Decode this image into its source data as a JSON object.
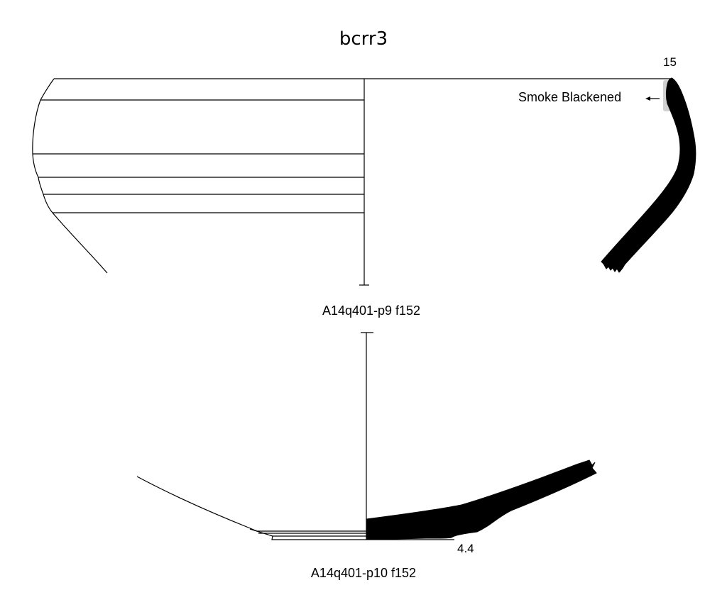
{
  "title": "bcrr3",
  "rim_sherd": {
    "diameter_label": "15",
    "annotation": "Smoke Blackened",
    "caption": "A14q401-p9 f152"
  },
  "base_sherd": {
    "diameter_label": "4.4",
    "caption": "A14q401-p10 f152"
  },
  "colors": {
    "ink": "#000000",
    "smoke_patch": "#d0d0d0",
    "background": "#ffffff"
  }
}
